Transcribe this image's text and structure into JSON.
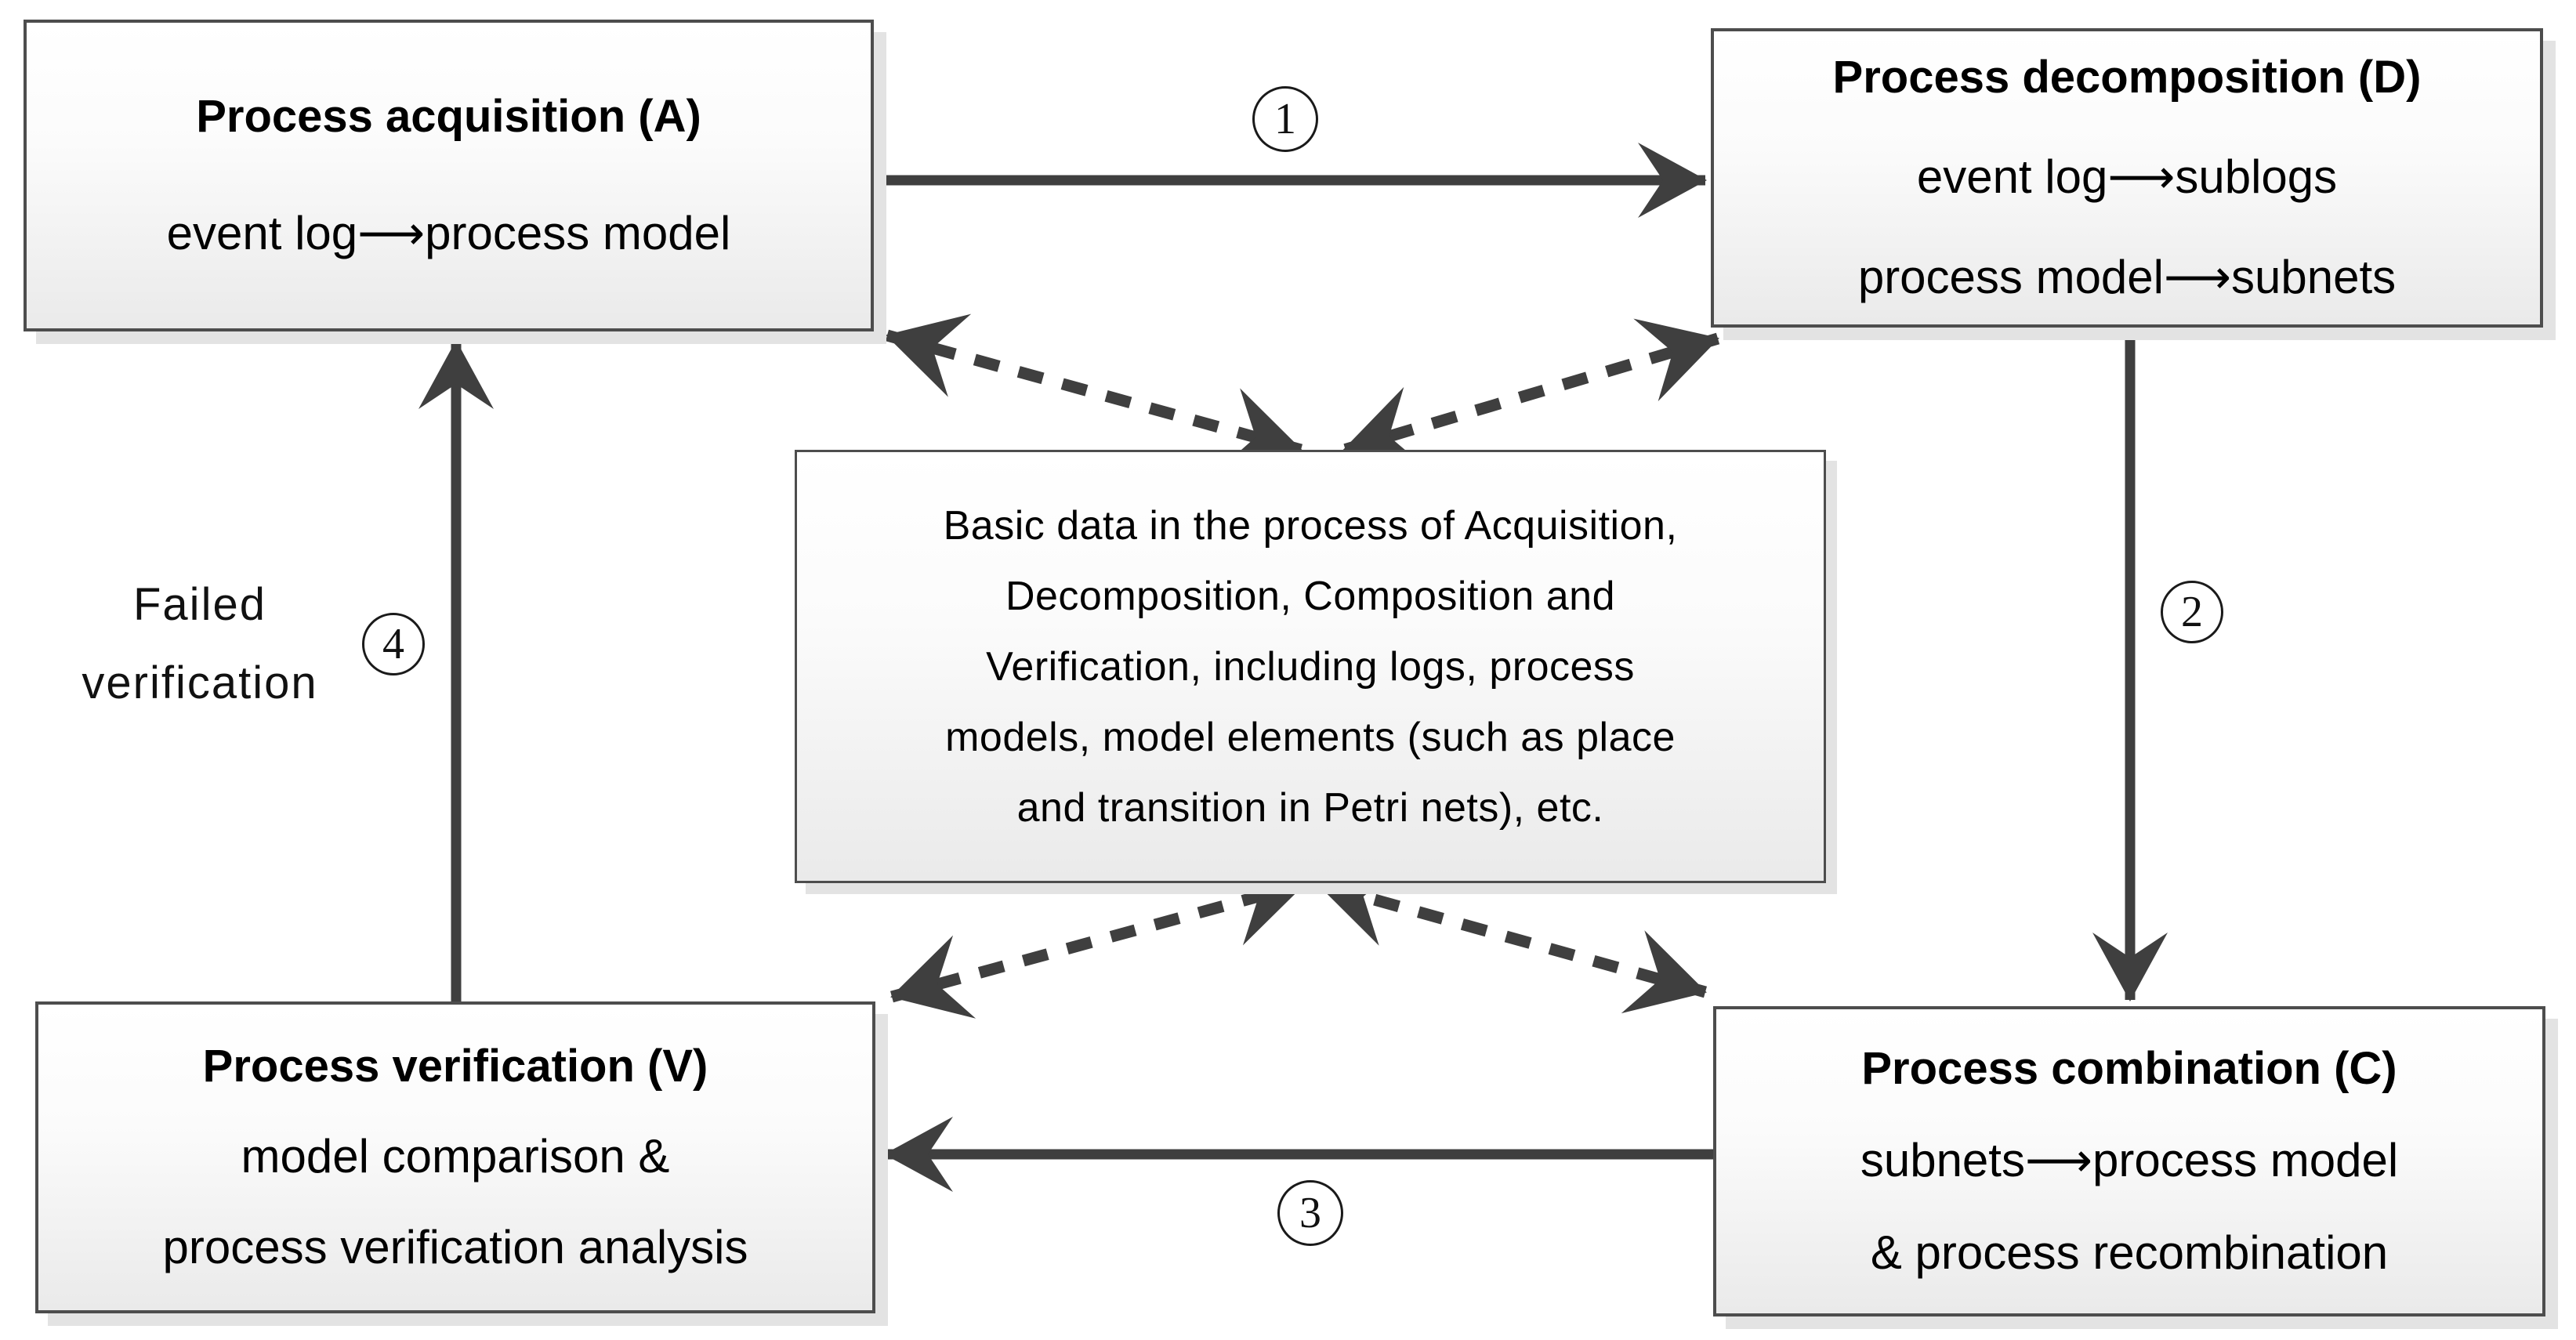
{
  "boxes": {
    "acquisition": {
      "title": "Process acquisition (A)",
      "lines": [
        "event log⟶process model"
      ]
    },
    "decomposition": {
      "title": "Process decomposition (D)",
      "lines": [
        "event log⟶sublogs",
        "process model⟶subnets"
      ]
    },
    "verification": {
      "title": "Process verification (V)",
      "lines": [
        "model comparison &",
        "process verification analysis"
      ]
    },
    "combination": {
      "title": "Process combination (C)",
      "lines": [
        "subnets⟶process model",
        "& process recombination"
      ]
    },
    "center": {
      "lines": [
        "Basic data in the process of Acquisition,",
        "Decomposition, Composition and",
        "Verification, including logs, process",
        "models, model elements (such as place",
        "and transition in Petri nets), etc."
      ]
    }
  },
  "steps": {
    "step1": "1",
    "step2": "2",
    "step3": "3",
    "step4": "4"
  },
  "labels": {
    "failed_line1": "Failed",
    "failed_line2": "verification"
  },
  "colors": {
    "arrow": "#3f3f3f",
    "box_border": "#4d4d4d",
    "box_shadow": "#e3e3e3",
    "box_fill_top": "#ffffff",
    "box_fill_bottom": "#eaeaea",
    "text": "#000000"
  }
}
